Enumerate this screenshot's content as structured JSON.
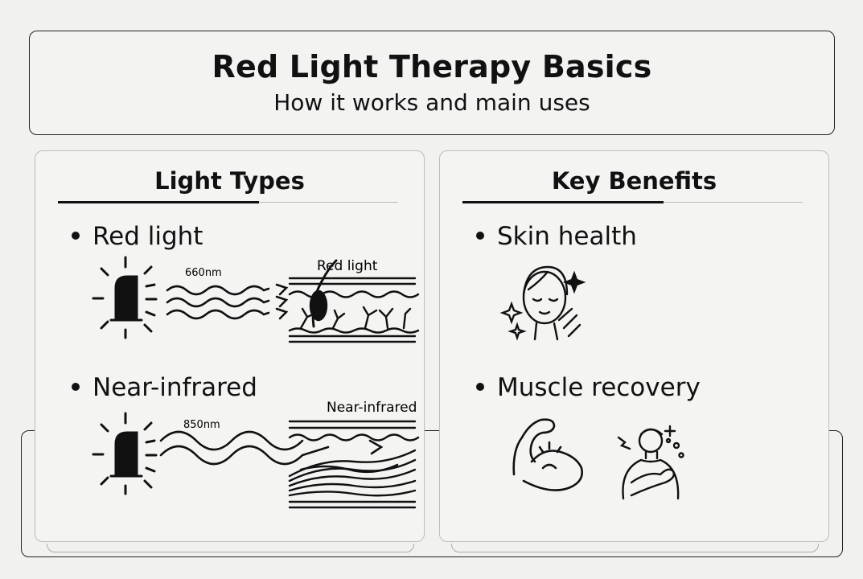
{
  "header": {
    "title": "Red Light Therapy Basics",
    "subtitle": "How it works and main uses"
  },
  "light_types": {
    "heading": "Light Types",
    "items": [
      {
        "label": "Red light",
        "wavelength": "660nm",
        "tissue_label": "Red light"
      },
      {
        "label": "Near-infrared",
        "wavelength": "850nm",
        "tissue_label": "Near-infrared"
      }
    ]
  },
  "key_benefits": {
    "heading": "Key Benefits",
    "items": [
      {
        "label": "Skin health"
      },
      {
        "label": "Muscle recovery"
      }
    ]
  }
}
